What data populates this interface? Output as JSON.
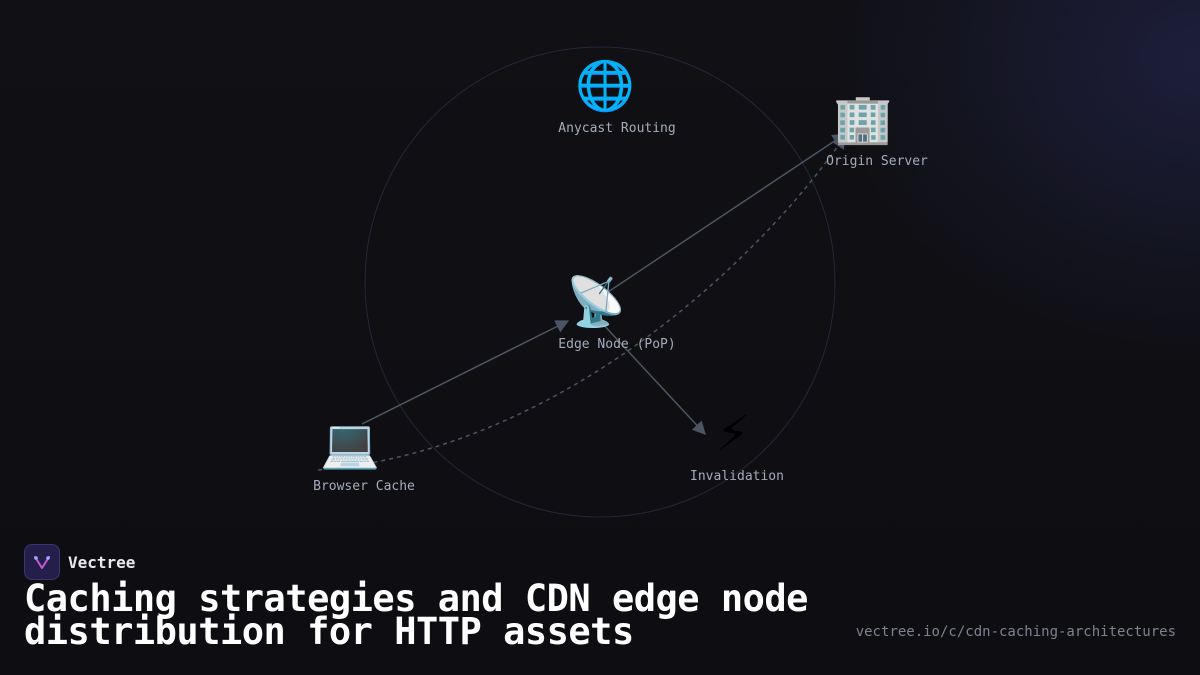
{
  "nodes": [
    {
      "id": "anycast",
      "icon": "🌐",
      "icon_name": "globe-icon",
      "label": "Anycast Routing"
    },
    {
      "id": "origin",
      "icon": "🏢",
      "icon_name": "office-building-icon",
      "label": "Origin Server"
    },
    {
      "id": "edge",
      "icon": "📡",
      "icon_name": "satellite-dish-icon",
      "label": "Edge Node (PoP)"
    },
    {
      "id": "browser",
      "icon": "💻",
      "icon_name": "laptop-icon",
      "label": "Browser Cache"
    },
    {
      "id": "invalidation",
      "icon": "⚡",
      "icon_name": "lightning-icon",
      "label": "Invalidation"
    }
  ],
  "edges": [
    {
      "from": "browser",
      "to": "edge",
      "style": "solid",
      "arrow": true
    },
    {
      "from": "edge",
      "to": "origin",
      "style": "solid",
      "arrow": true
    },
    {
      "from": "edge",
      "to": "invalidation",
      "style": "solid",
      "arrow": true
    },
    {
      "from": "browser",
      "to": "origin",
      "style": "dashed",
      "arrow": true
    }
  ],
  "brand": {
    "name": "Vectree",
    "logo_icon": "vectree-logo-icon"
  },
  "title": "Caching strategies and CDN edge node distribution for HTTP assets",
  "url": "vectree.io/c/cdn-caching-architectures",
  "colors": {
    "background": "#0f0f13",
    "edge_line": "#4b5563",
    "label": "#a3abbb",
    "brand_accent": "#c05ad6"
  }
}
